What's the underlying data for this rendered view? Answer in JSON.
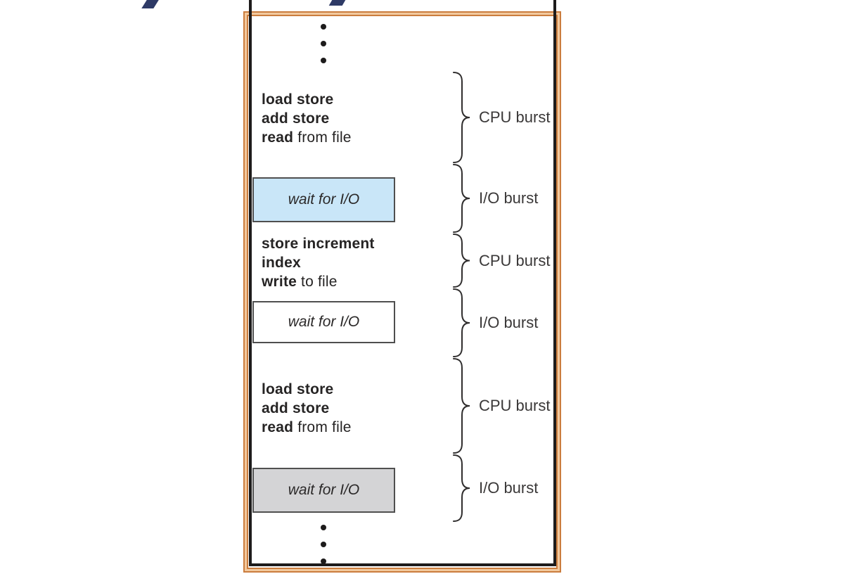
{
  "title_fragments_present": "partial navy title glyphs cut off at top edge",
  "code_blocks": [
    {
      "lines": [
        {
          "bold": "load store",
          "rest": ""
        },
        {
          "bold": "add store",
          "rest": ""
        },
        {
          "bold": "read",
          "rest": " from file"
        }
      ]
    },
    {
      "lines": [
        {
          "bold": "store increment",
          "rest": ""
        },
        {
          "bold": "index",
          "rest": ""
        },
        {
          "bold": "write",
          "rest": " to file"
        }
      ]
    },
    {
      "lines": [
        {
          "bold": "load store",
          "rest": ""
        },
        {
          "bold": "add store",
          "rest": ""
        },
        {
          "bold": "read",
          "rest": " from file"
        }
      ]
    }
  ],
  "wait_boxes": [
    {
      "label": "wait for I/O",
      "fill": "#c9e6f8"
    },
    {
      "label": "wait for I/O",
      "fill": "#ffffff"
    },
    {
      "label": "wait for I/O",
      "fill": "#d4d4d6"
    }
  ],
  "burst_labels": [
    "CPU burst",
    "I/O burst",
    "CPU burst",
    "I/O burst",
    "CPU burst",
    "I/O burst"
  ],
  "colors": {
    "frame_orange": "#cb7d3e",
    "frame_peach": "#f2c99e",
    "inner_border_black": "#1d1b1b",
    "ink": "#262424",
    "navy_fragment": "#2e3a66",
    "box_border_gray": "#4f4f4f",
    "wait_blue": "#c9e6f8",
    "wait_white": "#ffffff",
    "wait_gray": "#d4d4d6"
  }
}
